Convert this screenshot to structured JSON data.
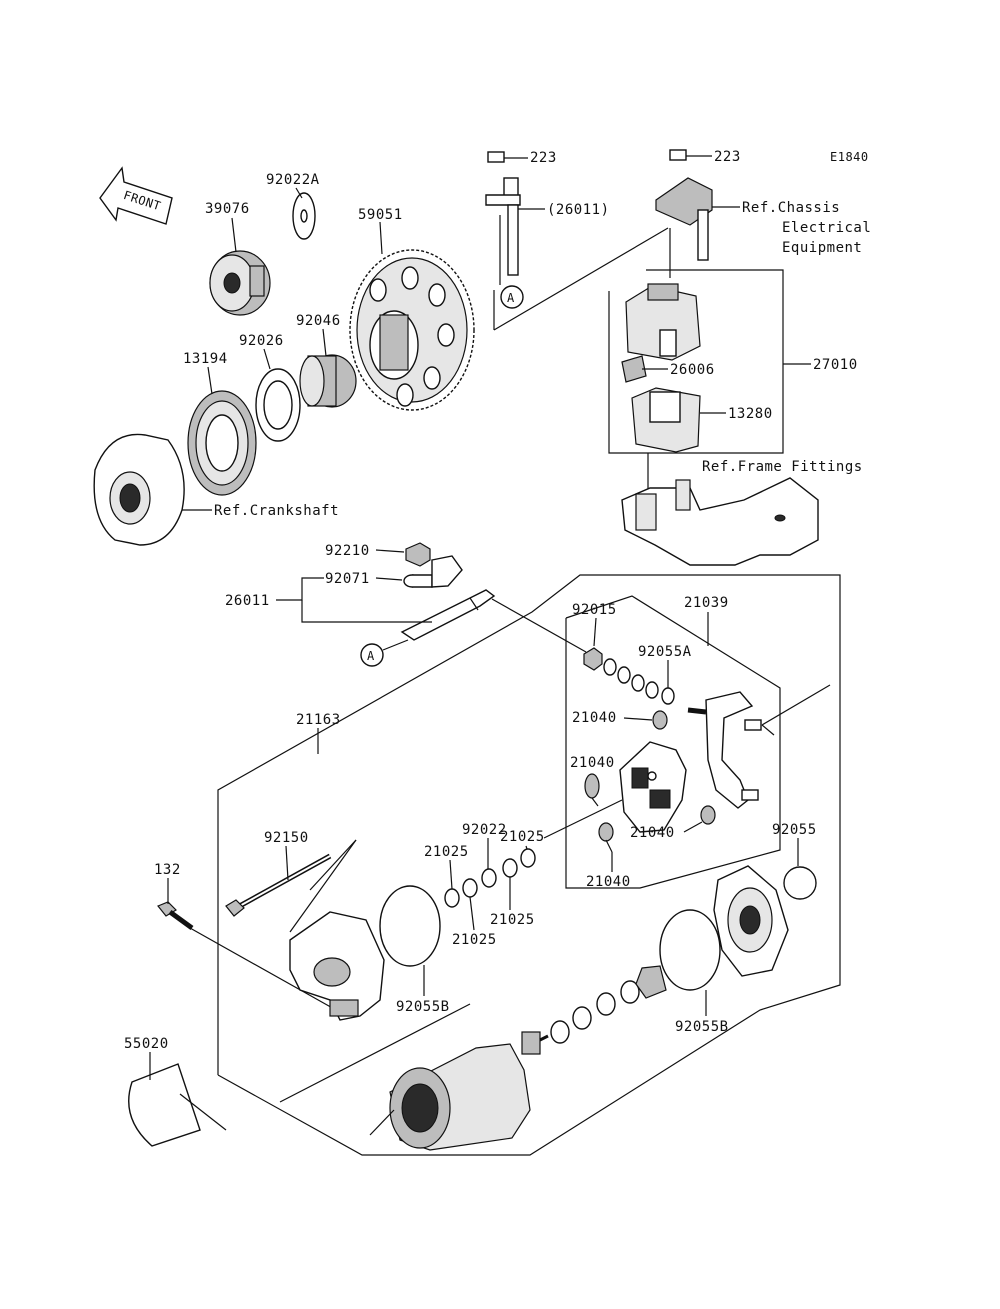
{
  "diagram_code": "E1840",
  "front_arrow_text": "FRONT",
  "callout_a": "A",
  "parts": {
    "p39076": "39076",
    "p92022a": "92022A",
    "p59051": "59051",
    "p92046": "92046",
    "p92026": "92026",
    "p13194": "13194",
    "p223_left": "223",
    "p26011_paren": "(26011)",
    "p223_right": "223",
    "p27010": "27010",
    "p26006": "26006",
    "p13280": "13280",
    "p92210": "92210",
    "p92071": "92071",
    "p26011": "26011",
    "p92015": "92015",
    "p21039": "21039",
    "p92055a": "92055A",
    "p21163": "21163",
    "p21040_a": "21040",
    "p21040_b": "21040",
    "p21040_c": "21040",
    "p21040_d": "21040",
    "p21025_a": "21025",
    "p21025_b": "21025",
    "p21025_c": "21025",
    "p21025_d": "21025",
    "p92022": "92022",
    "p92150": "92150",
    "p92055": "92055",
    "p132": "132",
    "p92055b_left": "92055B",
    "p92055b_right": "92055B",
    "p55020": "55020"
  },
  "refs": {
    "chassis_1": "Ref.Chassis",
    "chassis_2": "Electrical",
    "chassis_3": "Equipment",
    "frame": "Ref.Frame Fittings",
    "crankshaft": "Ref.Crankshaft"
  }
}
